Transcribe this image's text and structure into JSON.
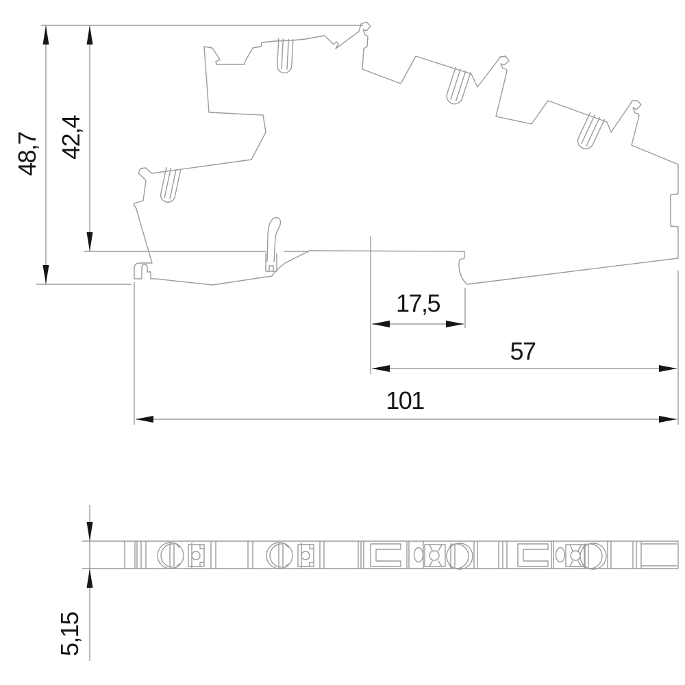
{
  "colors": {
    "background": "#ffffff",
    "line": "#9b9b9b",
    "ink": "#161616"
  },
  "side_view": {
    "dim_overall_height": "48,7",
    "dim_inner_height": "42,4",
    "dim_slot_offset": "17,5",
    "dim_partial_width": "57",
    "dim_overall_width": "101"
  },
  "bottom_view": {
    "dim_thickness": "5,15"
  }
}
